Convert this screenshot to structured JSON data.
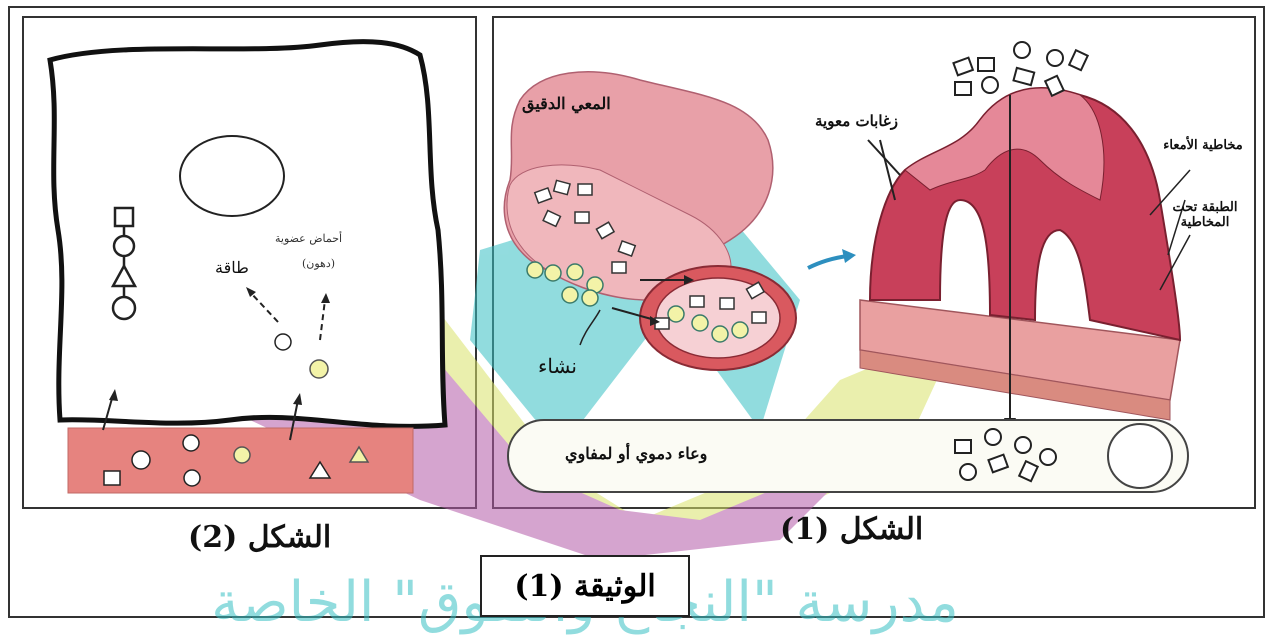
{
  "document": {
    "caption": "الوثيقة (1)",
    "watermark": "مدرسة \"النجاح والتفوق\" الخاصة"
  },
  "figure1": {
    "caption": "الشكل (1)",
    "labels": {
      "small_intestine": "المعي الدقيق",
      "villi": "زغابات معوية",
      "mucosa": "مخاطية الأمعاء",
      "submucosa": "الطبقة تحت المخاطية",
      "starch": "نشاء",
      "vessel": "وعاء دموي أو لمفاوي"
    }
  },
  "figure2": {
    "caption": "الشكل (2)",
    "labels": {
      "energy": "طاقة",
      "building_materials": "أحماض عضوية",
      "building_materials_sub": "(دهون)"
    }
  },
  "colors": {
    "intestine": "#e8a0a8",
    "villi": "#c8405a",
    "vessel": "#e6837f",
    "watermark_teal": "#38c0c4",
    "watermark_purple": "#b35aa8",
    "watermark_yellow": "#d9e36b",
    "arrow_blue": "#2d8fbf"
  }
}
